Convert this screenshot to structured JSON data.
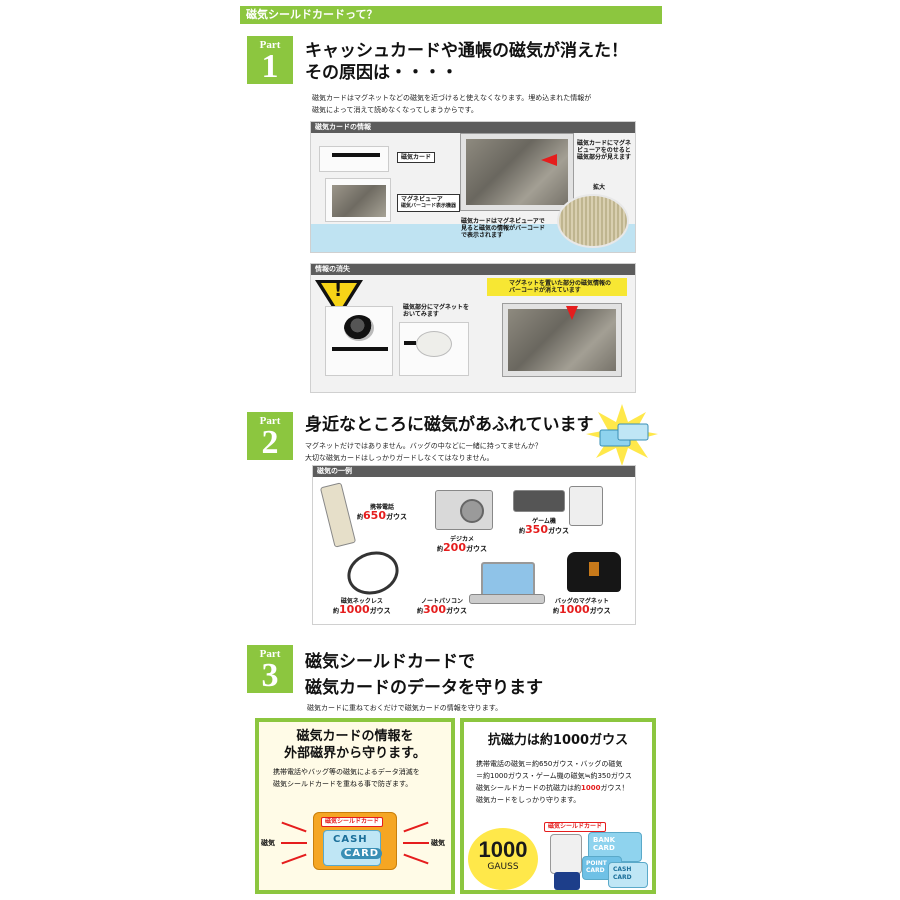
{
  "header": {
    "title": "磁気シールドカードって？"
  },
  "part1": {
    "badge_label": "Part",
    "badge_number": "1",
    "title_line1": "キャッシュカードや通帳の磁気が消えた！",
    "title_line2": "その原因は・・・・",
    "desc_line1": "磁気カードはマグネットなどの磁気を近づけると使えなくなります。埋め込まれた情報が",
    "desc_line2": "磁気によって消えて読めなくなってしまうからです。",
    "panel1": {
      "heading": "磁気カードの情報",
      "label_card": "磁気カード",
      "label_viewer": "マグネビューア",
      "label_viewer_sub": "磁気バーコード表示機器",
      "note_top_right_1": "磁気カードにマグネ",
      "note_top_right_2": "ビューアをのせると",
      "note_top_right_3": "磁気部分が見えます",
      "note_bottom_1": "磁気カードはマグネビューアで",
      "note_bottom_2": "見ると磁気の情報がバーコード",
      "note_bottom_3": "で表示されます",
      "zoom_label": "拡大"
    },
    "panel2": {
      "heading": "情報の消失",
      "note_magnet_1": "磁気部分にマグネットを",
      "note_magnet_2": "おいてみます",
      "banner_1": "マグネットを置いた部分の磁気情報の",
      "banner_2": "バーコードが消えています",
      "warning_mark": "!"
    }
  },
  "part2": {
    "badge_label": "Part",
    "badge_number": "2",
    "title": "身近なところに磁気があふれています",
    "desc_line1": "マグネットだけではありません。バッグの中などに一緒に持ってませんか？",
    "desc_line2": "大切な磁気カードはしっかりガードしなくてはなりません。",
    "panel_heading": "磁気の一例",
    "items": [
      {
        "name": "携帯電話",
        "prefix": "約",
        "value": "650",
        "unit": "ガウス"
      },
      {
        "name": "デジカメ",
        "prefix": "約",
        "value": "200",
        "unit": "ガウス"
      },
      {
        "name": "ゲーム機",
        "prefix": "約",
        "value": "350",
        "unit": "ガウス"
      },
      {
        "name": "磁気ネックレス",
        "prefix": "約",
        "value": "1000",
        "unit": "ガウス"
      },
      {
        "name": "ノートパソコン",
        "prefix": "約",
        "value": "300",
        "unit": "ガウス"
      },
      {
        "name": "バッグのマグネット",
        "prefix": "約",
        "value": "1000",
        "unit": "ガウス"
      }
    ]
  },
  "part3": {
    "badge_label": "Part",
    "badge_number": "3",
    "title_line1": "磁気シールドカードで",
    "title_line2": "磁気カードのデータを守ります",
    "desc": "磁気カードに重ねておくだけで磁気カードの情報を守ります。",
    "left_box": {
      "title_line1": "磁気カードの情報を",
      "title_line2": "外部磁界から守ります。",
      "text_line1": "携帯電話やバッグ等の磁気によるデータ消滅を",
      "text_line2": "磁気シールドカードを重ねる事で防ぎます。",
      "shield_label": "磁気シールドカード",
      "cash_line1": "CASH",
      "cash_line2": "CARD",
      "side_left": "磁気",
      "side_right": "磁気"
    },
    "right_box": {
      "title": "抗磁力は約1000ガウス",
      "text_line1": "携帯電話の磁気＝約650ガウス・バッグの磁気",
      "text_line2": "＝約1000ガウス・ゲーム機の磁気≒約350ガウス",
      "text_line3_a": "磁気シールドカードの抗磁力は約",
      "text_line3_hl": "1000",
      "text_line3_b": "ガウス！",
      "text_line4": "磁気カードをしっかり守ります。",
      "gauss_number": "1000",
      "gauss_unit": "GAUSS",
      "shield_label": "磁気シールドカード",
      "bank_1": "BANK",
      "bank_2": "CARD",
      "point_1": "POINT",
      "point_2": "CARD",
      "cash_1": "CASH",
      "cash_2": "CARD"
    }
  },
  "colors": {
    "accent_green": "#8cc63f",
    "gauss_red": "#e51d1d",
    "panel_head": "#5c5c5c",
    "warning_yellow": "#f7d417"
  }
}
